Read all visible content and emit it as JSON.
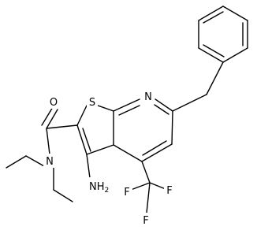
{
  "molecule": {
    "atoms": {
      "sulfur": "S",
      "pyridine_nitrogen": "N",
      "amide_oxygen": "O",
      "amide_nitrogen": "N",
      "amino_group": "NH",
      "amino_subscript": "2",
      "fluorine_top": "F",
      "fluorine_left": "F",
      "fluorine_right": "F"
    },
    "colors": {
      "bond": "#000000",
      "background": "#ffffff"
    }
  }
}
